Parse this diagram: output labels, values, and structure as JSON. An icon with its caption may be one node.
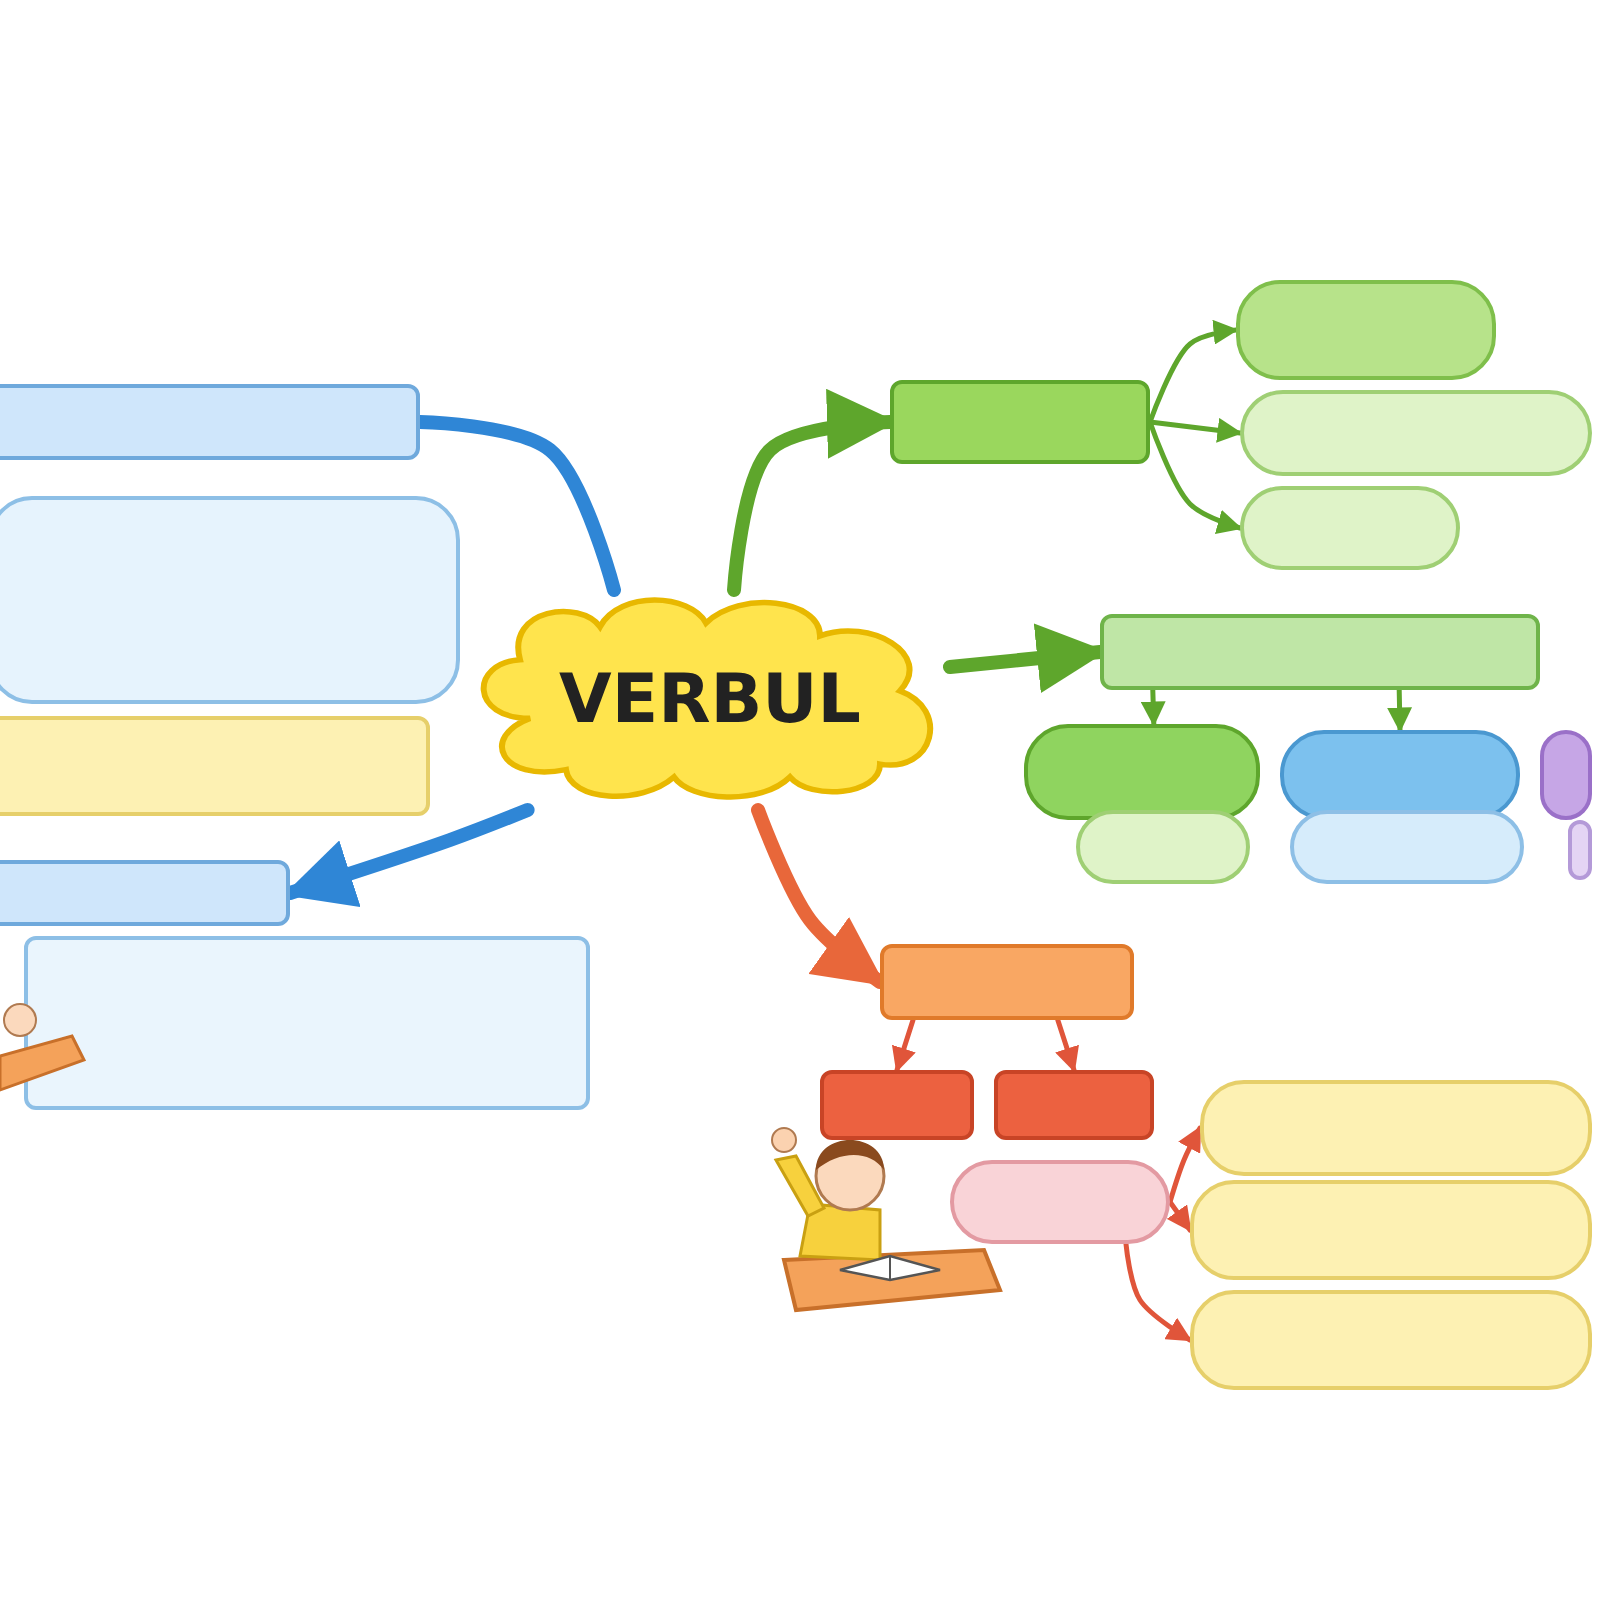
{
  "diagram": {
    "nodes": [
      {
        "text": [
          "VERBUL"
        ]
      },
      {
        "text": [],
        "shape": "box"
      },
      {
        "text": [],
        "shape": "cloud"
      },
      {
        "text": [],
        "shape": "box"
      },
      {
        "text": [],
        "shape": "box"
      },
      {
        "text": [],
        "shape": "box"
      },
      {
        "text": [],
        "shape": "box"
      },
      {
        "text": [],
        "shape": "cloud"
      },
      {
        "text": [],
        "shape": "cloud"
      },
      {
        "text": [],
        "shape": "cloud"
      },
      {
        "text": [],
        "shape": "box"
      },
      {
        "text": [],
        "shape": "cloud"
      },
      {
        "text": [],
        "shape": "cloud"
      },
      {
        "text": [],
        "shape": "cloud"
      },
      {
        "text": [],
        "shape": "cloud"
      },
      {
        "text": [],
        "shape": "cloud"
      },
      {
        "text": [],
        "shape": "cloud"
      },
      {
        "text": [],
        "shape": "box"
      },
      {
        "text": [],
        "shape": "box"
      },
      {
        "text": [],
        "shape": "box"
      },
      {
        "text": [],
        "shape": "cloud"
      },
      {
        "text": [],
        "shape": "cloud"
      },
      {
        "text": [],
        "shape": "cloud"
      },
      {
        "text": [],
        "shape": "cloud"
      }
    ],
    "edges": [
      {
        "from": 0,
        "to": 1,
        "arrow": "none",
        "style": "thick",
        "color": "#2f86d6"
      },
      {
        "from": 0,
        "to": 4,
        "arrow": "to",
        "style": "thick",
        "color": "#2f86d6"
      },
      {
        "from": 0,
        "to": 6,
        "arrow": "to",
        "style": "thick"
      },
      {
        "from": 0,
        "to": 10,
        "arrow": "to",
        "style": "thick"
      },
      {
        "from": 0,
        "to": 17,
        "arrow": "to",
        "style": "thick",
        "color": "#e8673a"
      },
      {
        "from": 6,
        "to": 7,
        "arrow": "to"
      },
      {
        "from": 6,
        "to": 8,
        "arrow": "to"
      },
      {
        "from": 6,
        "to": 9,
        "arrow": "to"
      },
      {
        "from": 10,
        "to": 11,
        "arrow": "to"
      },
      {
        "from": 10,
        "to": 13,
        "arrow": "to"
      },
      {
        "from": 17,
        "to": 18,
        "arrow": "to",
        "color": "#e0553a"
      },
      {
        "from": 17,
        "to": 19,
        "arrow": "to",
        "color": "#e0553a"
      },
      {
        "from": 20,
        "to": 21,
        "arrow": "to",
        "color": "#e0553a"
      },
      {
        "from": 20,
        "to": 22,
        "arrow": "to",
        "color": "#e0553a"
      },
      {
        "from": 20,
        "to": 23,
        "arrow": "to",
        "color": "#e0553a"
      }
    ]
  }
}
